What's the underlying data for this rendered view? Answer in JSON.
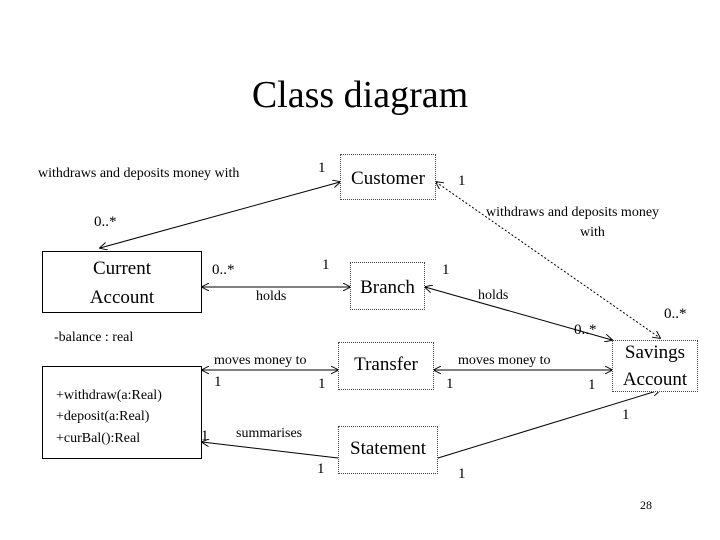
{
  "title": "Class diagram",
  "page_number": "28",
  "classes": {
    "customer": "Customer",
    "current_account": {
      "name_line1": "Current",
      "name_line2": "Account",
      "attributes": [
        "-balance : real"
      ],
      "operations": [
        "+withdraw(a:Real)",
        "+deposit(a:Real)",
        "+curBal():Real"
      ]
    },
    "branch": "Branch",
    "transfer": "Transfer",
    "statement": "Statement",
    "savings_account": {
      "name_line1": "Savings",
      "name_line2": "Account"
    }
  },
  "associations": {
    "current_customer": {
      "label": "withdraws and deposits money with",
      "mult_customer": "1",
      "mult_current": "0..*"
    },
    "savings_customer": {
      "label_line1": "withdraws and deposits money",
      "label_line2": "with",
      "mult_customer": "1",
      "mult_savings": "0..*"
    },
    "current_branch": {
      "label": "holds",
      "mult_current": "0..*",
      "mult_branch": "1"
    },
    "branch_savings": {
      "label": "holds",
      "mult_branch": "1",
      "mult_savings": "0..*"
    },
    "current_transfer": {
      "label": "moves money to",
      "mult_current": "1",
      "mult_transfer": "1"
    },
    "transfer_savings": {
      "label": "moves money to",
      "mult_transfer": "1",
      "mult_savings": "1"
    },
    "statement_current": {
      "label": "summarises",
      "mult_current": "1",
      "mult_statement": "1"
    },
    "statement_savings": {
      "mult_statement": "1",
      "mult_savings": "1"
    }
  }
}
